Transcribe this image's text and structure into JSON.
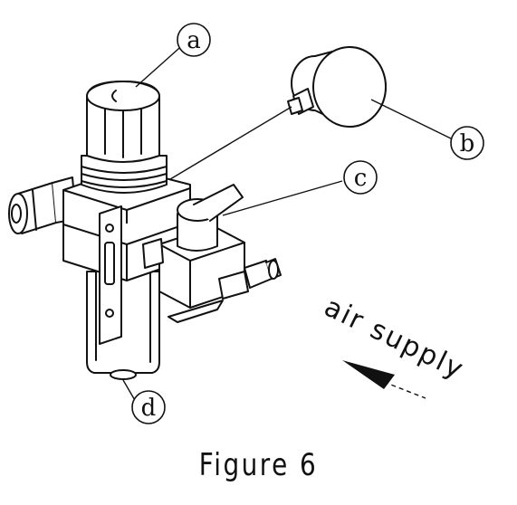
{
  "callouts": {
    "a": "a",
    "b": "b",
    "c": "c",
    "d": "d"
  },
  "flow_label": "air supply",
  "caption": "Figure 6"
}
